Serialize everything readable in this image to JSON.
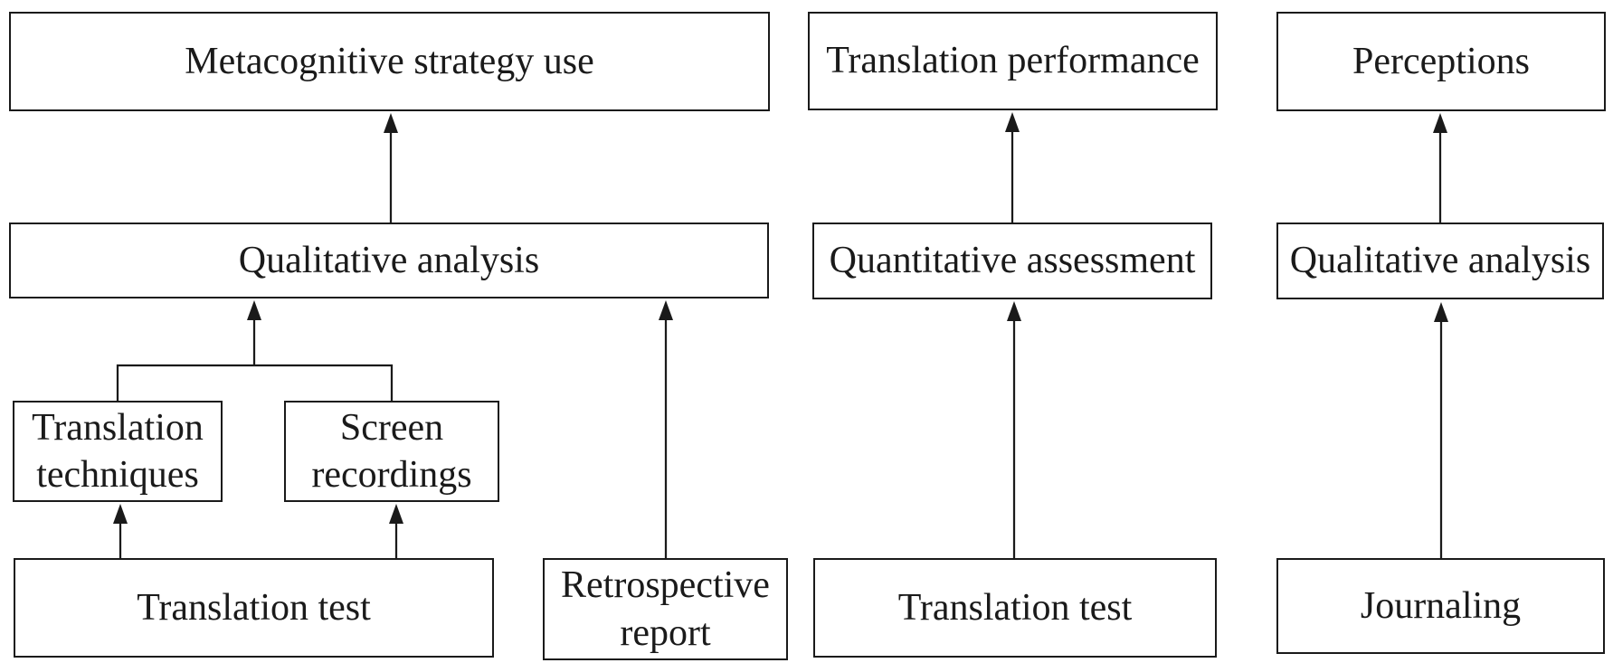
{
  "figure": {
    "type": "flow-diagram",
    "background": "#ffffff",
    "ink": "#1a1a1a",
    "description": "Three-column methodology diagram: data sources flow upward through analyses to outcomes"
  },
  "nodes": {
    "metacognitive": {
      "label": "Metacognitive strategy use"
    },
    "qualitative1": {
      "label": "Qualitative analysis"
    },
    "translationTechniques": {
      "label": "Translation techniques"
    },
    "screenRecordings": {
      "label": "Screen recordings"
    },
    "translationTest1": {
      "label": "Translation test"
    },
    "retrospective": {
      "label": "Retrospective report"
    },
    "translationPerformance": {
      "label": "Translation performance"
    },
    "quantitative": {
      "label": "Quantitative assessment"
    },
    "translationTest2": {
      "label": "Translation test"
    },
    "perceptions": {
      "label": "Perceptions"
    },
    "qualitative2": {
      "label": "Qualitative analysis"
    },
    "journaling": {
      "label": "Journaling"
    }
  },
  "edges": [
    {
      "from": "Qualitative analysis",
      "to": "Metacognitive strategy use"
    },
    {
      "from": "Translation techniques & Screen recordings (merged)",
      "to": "Qualitative analysis"
    },
    {
      "from": "Translation test",
      "to": "Translation techniques"
    },
    {
      "from": "Translation test",
      "to": "Screen recordings"
    },
    {
      "from": "Retrospective report",
      "to": "Qualitative analysis"
    },
    {
      "from": "Quantitative assessment",
      "to": "Translation performance"
    },
    {
      "from": "Translation test",
      "to": "Quantitative assessment"
    },
    {
      "from": "Qualitative analysis",
      "to": "Perceptions"
    },
    {
      "from": "Journaling",
      "to": "Qualitative analysis"
    }
  ]
}
